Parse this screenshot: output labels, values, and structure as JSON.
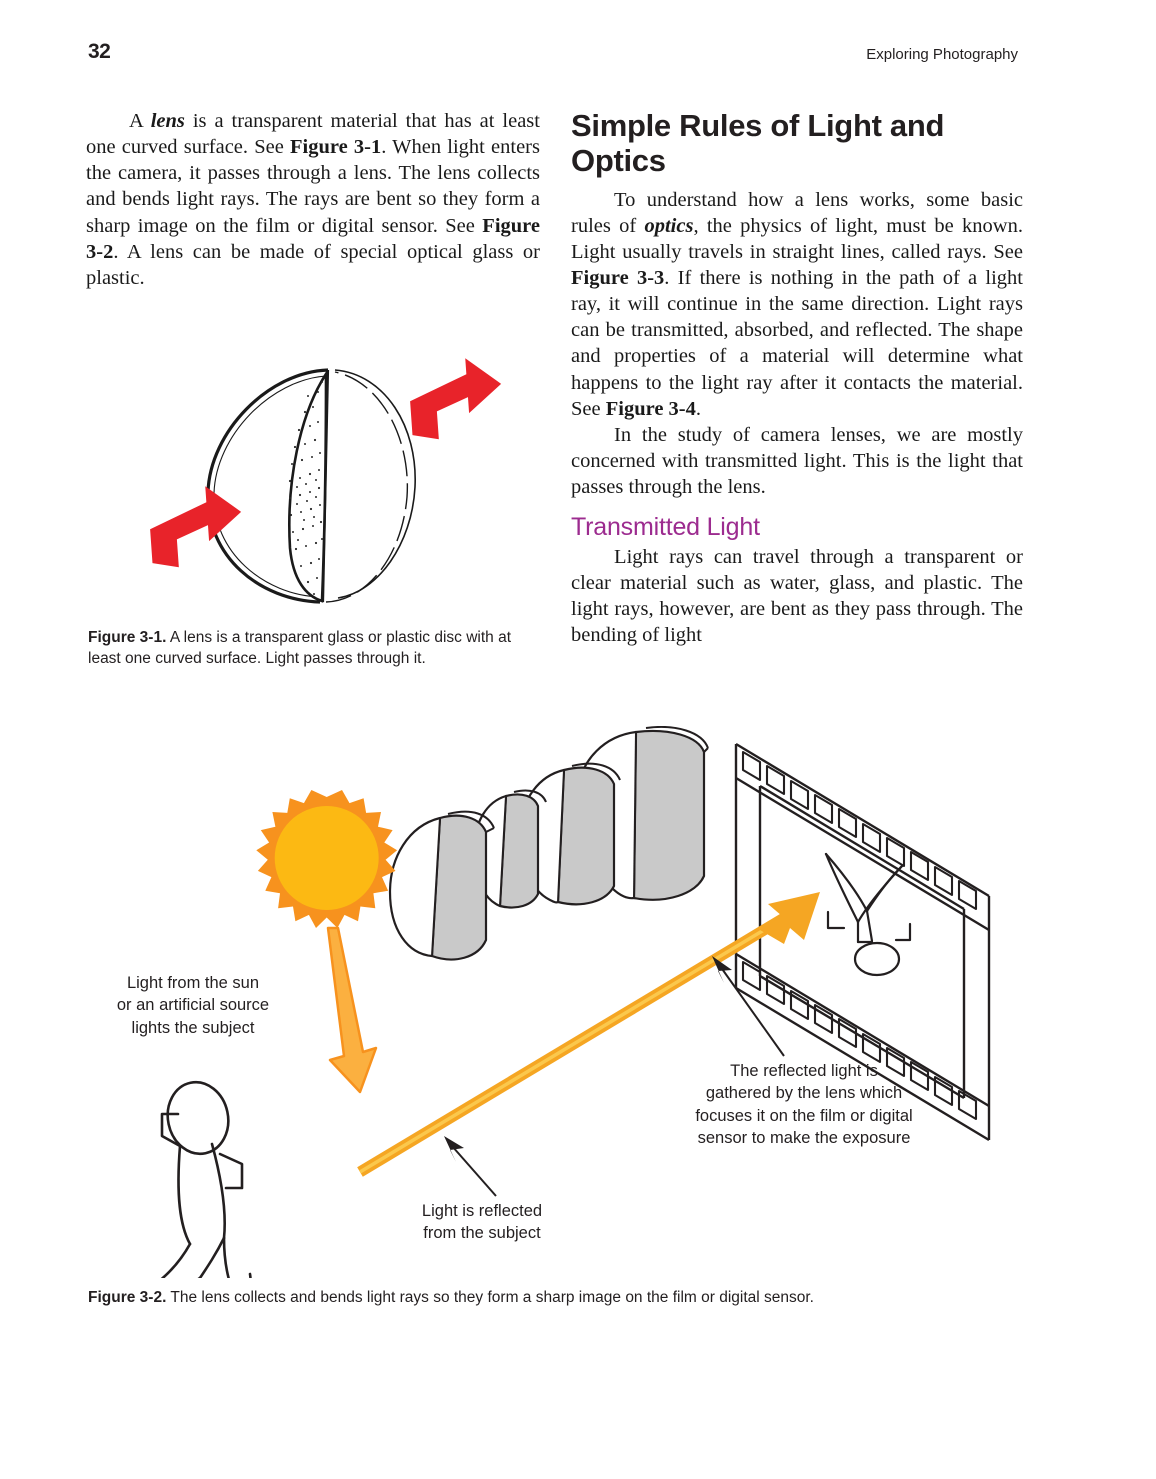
{
  "page": {
    "number": "32",
    "book_title": "Exploring Photography"
  },
  "colors": {
    "accent_purple": "#9C2B8F",
    "arrow_red": "#E8232A",
    "sun_core": "#FCB913",
    "sun_ray": "#F7921E",
    "ray_orange": "#F5A623",
    "lens_gray": "#C9C9C9",
    "ink": "#231F20"
  },
  "left_column": {
    "paragraph_1": {
      "segments": [
        {
          "text": "A ",
          "style": "normal"
        },
        {
          "text": "lens",
          "style": "bold-italic"
        },
        {
          "text": " is a transparent material that has at least one curved surface. See ",
          "style": "normal"
        },
        {
          "text": "Figure 3-1",
          "style": "bold"
        },
        {
          "text": ". When light enters the camera, it passes through a lens. The lens collects and bends light rays. The rays are bent so they form a sharp image on the film or digital sensor. See ",
          "style": "normal"
        },
        {
          "text": "Figure 3-2",
          "style": "bold"
        },
        {
          "text": ". A lens can be made of special optical glass or plastic.",
          "style": "normal"
        }
      ]
    }
  },
  "right_column": {
    "section_heading": "Simple Rules of Light and Optics",
    "paragraph_1": {
      "segments": [
        {
          "text": "To understand how a lens works, some basic rules of ",
          "style": "normal"
        },
        {
          "text": "optics",
          "style": "bold-italic"
        },
        {
          "text": ", the physics of light, must be known. Light usually travels in straight lines, called rays. See ",
          "style": "normal"
        },
        {
          "text": "Figure 3-3",
          "style": "bold"
        },
        {
          "text": ". If there is nothing in the path of a light ray, it will continue in the same direction. Light rays can be transmitted, absorbed, and reflected. The shape and properties of a material will determine what happens to the light ray after it contacts the material. See ",
          "style": "normal"
        },
        {
          "text": "Figure 3-4",
          "style": "bold"
        },
        {
          "text": ".",
          "style": "normal"
        }
      ]
    },
    "paragraph_2": "In the study of camera lenses, we are mostly concerned with transmitted light. This is the light that passes through the lens.",
    "sub_heading": "Transmitted Light",
    "paragraph_3": "Light rays can travel through a transparent or clear material such as water, glass, and plastic. The light rays, however, are bent as they pass through. The bending of light"
  },
  "figure_1": {
    "caption_label": "Figure 3-1.",
    "caption_text": " A lens is a transparent glass or plastic disc with at least one curved surface. Light passes through it.",
    "illustration": "lens-disc-with-two-red-arrows"
  },
  "figure_2": {
    "caption_label": "Figure 3-2.",
    "caption_text": " The lens collects and bends light rays so they form a sharp image on the film or digital sensor.",
    "labels": {
      "sun": "Light from the sun\nor an artificial source\nlights the subject",
      "reflected": "Light is reflected\nfrom the subject",
      "gathered": "The reflected light is\ngathered by the lens which\nfocuses it on the film or digital\nsensor to make the exposure"
    },
    "elements": [
      "sun-icon",
      "sunlight-arrow",
      "stick-figure-subject",
      "light-ray",
      "lens-elements",
      "film-strip",
      "inverted-image-on-film"
    ]
  }
}
